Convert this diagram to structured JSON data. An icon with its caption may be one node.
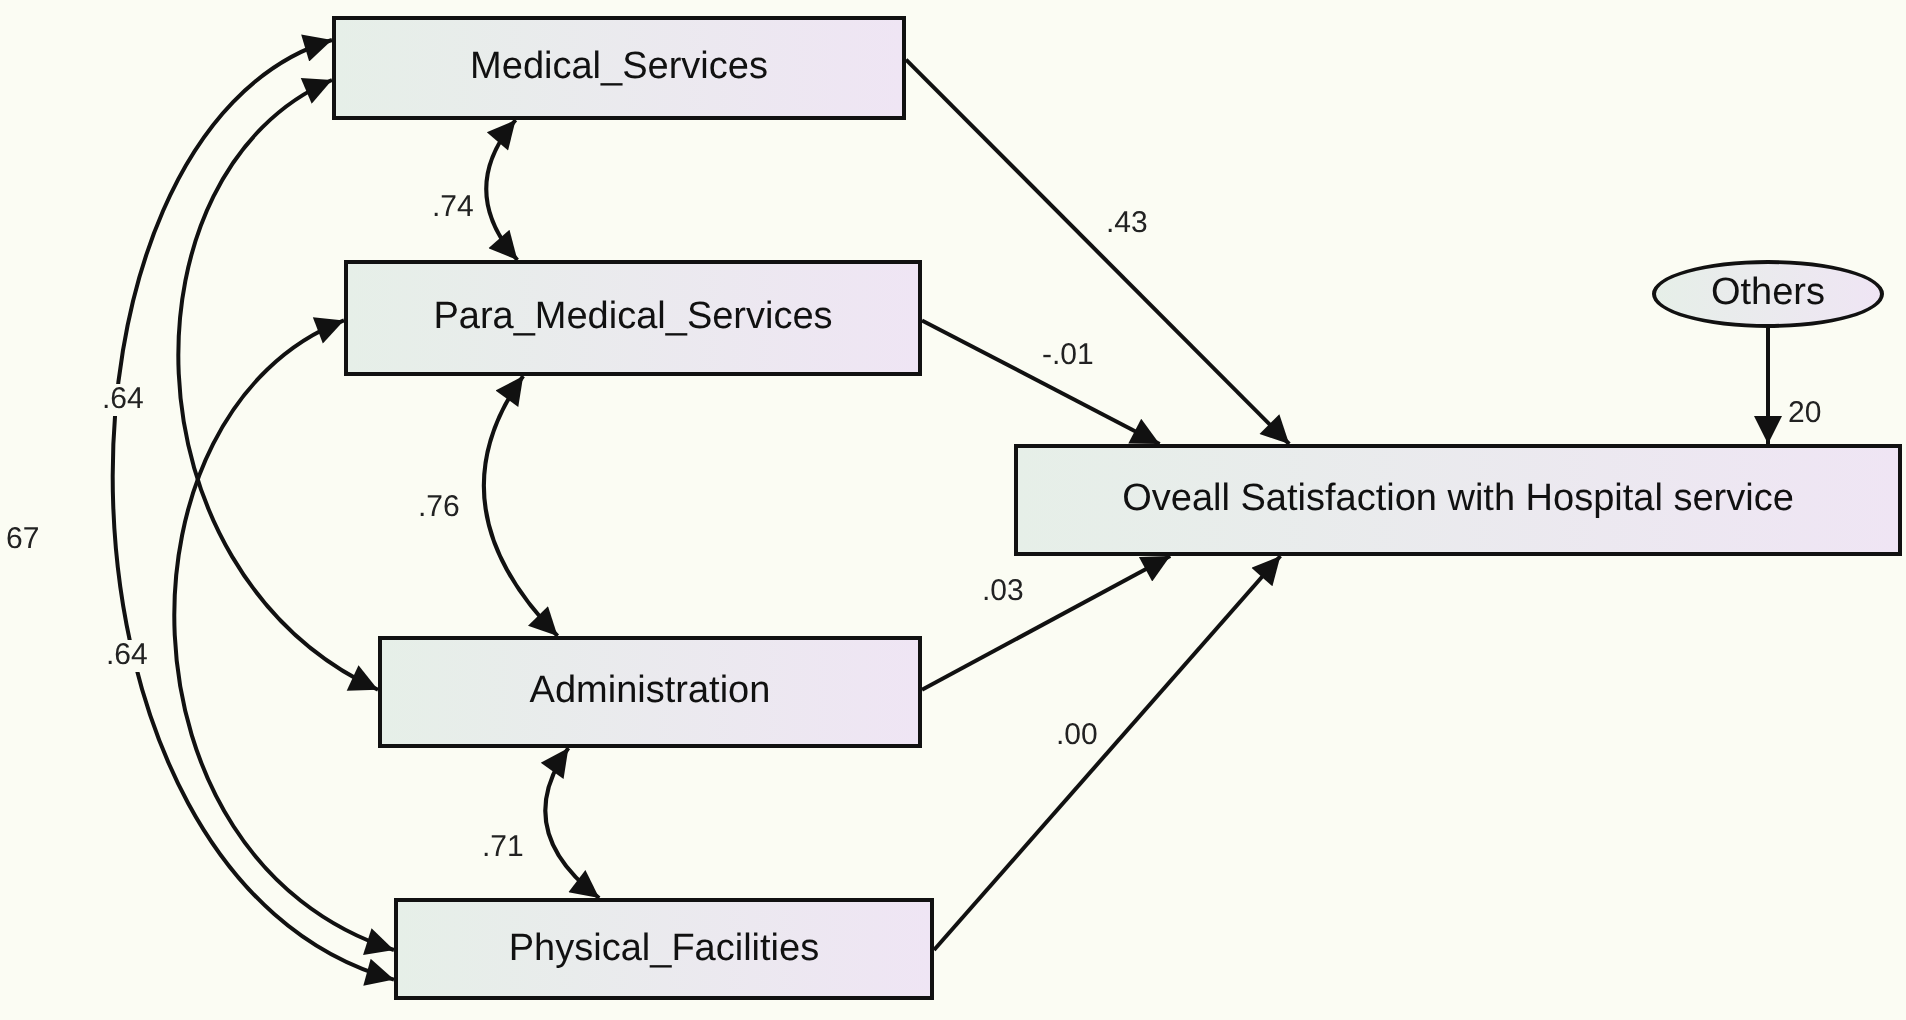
{
  "diagram": {
    "nodes": [
      {
        "text": [
          "Medical_Services"
        ]
      },
      {
        "text": [
          "Para_Medical_Services"
        ]
      },
      {
        "text": [
          "Administration"
        ]
      },
      {
        "text": [
          "Physical_Facilities"
        ]
      },
      {
        "text": [
          "Oveall Satisfaction with Hospital service"
        ]
      },
      {
        "text": [
          "Others"
        ]
      }
    ],
    "edges": [
      {
        "from": 0,
        "to": 4,
        "arrow": "to",
        "label": ".43"
      },
      {
        "from": 1,
        "to": 4,
        "arrow": "to",
        "label": "-.01"
      },
      {
        "from": 2,
        "to": 4,
        "arrow": "to",
        "label": ".03"
      },
      {
        "from": 3,
        "to": 4,
        "arrow": "to",
        "label": ".00"
      },
      {
        "from": 5,
        "to": 4,
        "arrow": "to",
        "label": "20"
      },
      {
        "from": 0,
        "to": 1,
        "arrow": "both",
        "label": ".74"
      },
      {
        "from": 1,
        "to": 2,
        "arrow": "both",
        "label": ".76"
      },
      {
        "from": 2,
        "to": 3,
        "arrow": "both",
        "label": ".71"
      },
      {
        "from": 0,
        "to": 2,
        "arrow": "both",
        "label": ".64"
      },
      {
        "from": 1,
        "to": 3,
        "arrow": "both",
        "label": ".64"
      },
      {
        "from": 0,
        "to": 3,
        "arrow": "both",
        "label": "67"
      }
    ]
  }
}
